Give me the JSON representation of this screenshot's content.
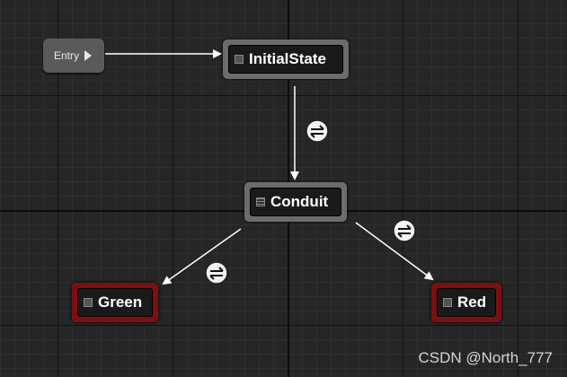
{
  "graph": {
    "entry_label": "Entry",
    "states": {
      "initial": "InitialState",
      "conduit": "Conduit",
      "green": "Green",
      "red": "Red"
    }
  },
  "icons": {
    "entry_pin": "pin-triangle-icon",
    "state": "state-square-icon",
    "conduit": "conduit-lines-icon",
    "transition": "transition-arrows-icon"
  },
  "colors": {
    "grid_bg": "#262626",
    "state_frame": "#6c6c6c",
    "red_state_frame": "#7c1010",
    "wire": "#ffffff"
  },
  "watermark": "CSDN @North_777"
}
